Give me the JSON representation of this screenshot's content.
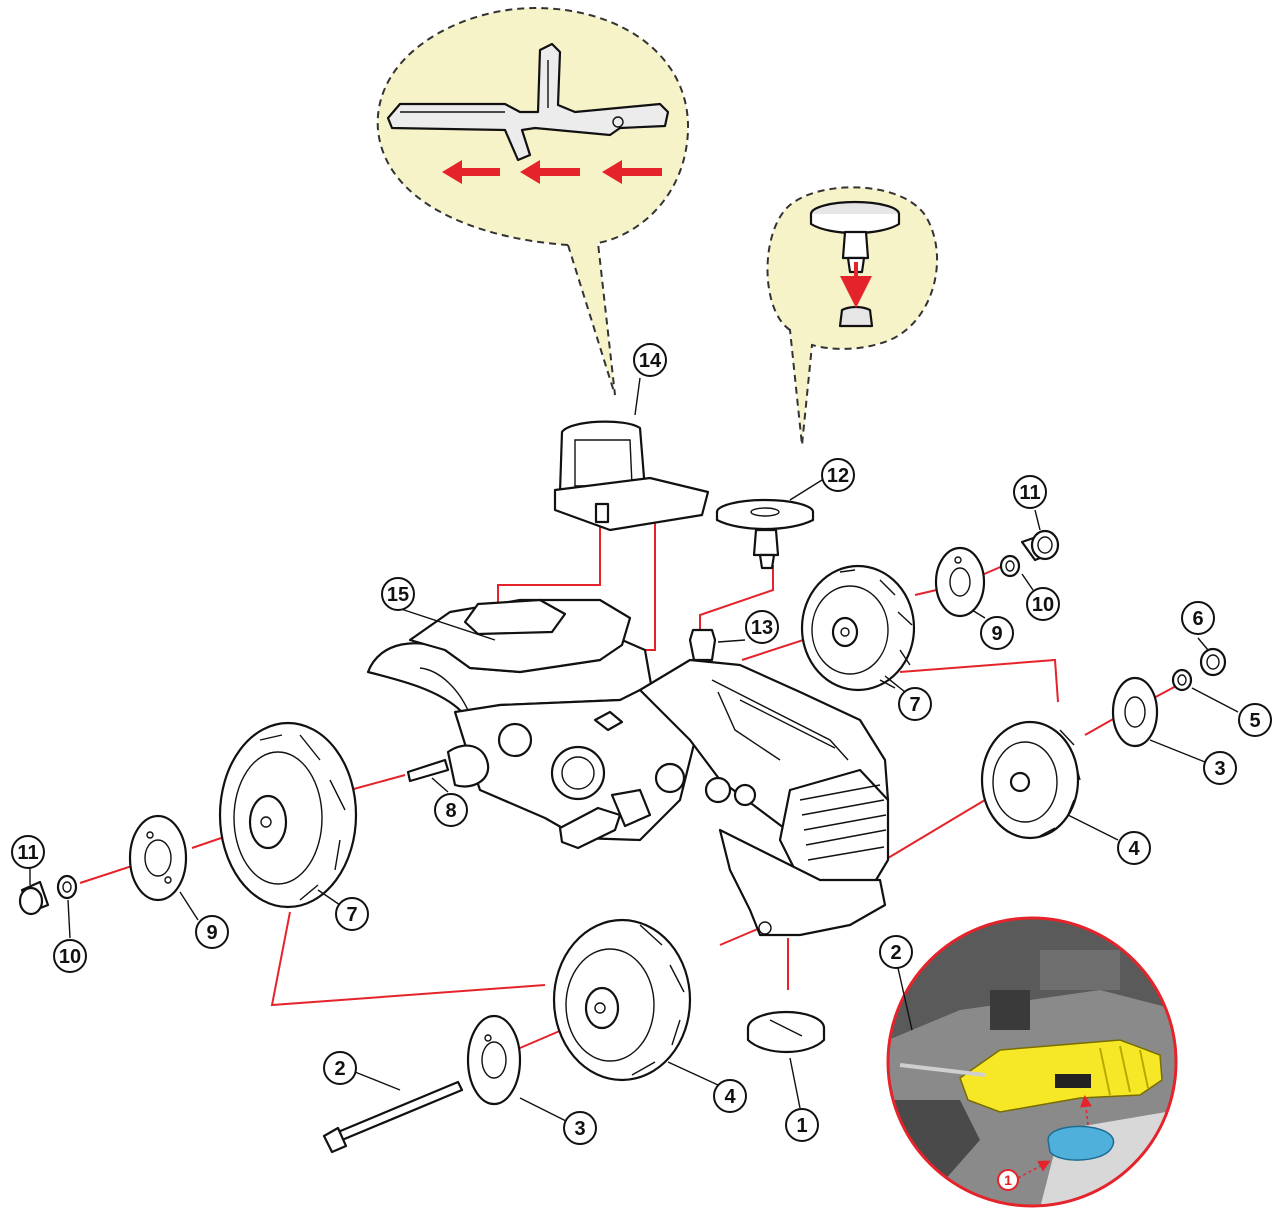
{
  "colors": {
    "bubble_fill": "#f7f3c9",
    "accent_red": "#e5232b",
    "highlight_yellow": "#f6e826",
    "cap_blue": "#4fb0dc",
    "line_black": "#111111"
  },
  "callouts": {
    "c1": "1",
    "c2_axle": "2",
    "c3_bottom": "3",
    "c3_right": "3",
    "c4_bottom": "4",
    "c4_right": "4",
    "c5": "5",
    "c6": "6",
    "c7_left": "7",
    "c7_right": "7",
    "c8": "8",
    "c9_left": "9",
    "c9_right": "9",
    "c10_left": "10",
    "c10_right": "10",
    "c11_left": "11",
    "c11_right": "11",
    "c12": "12",
    "c13": "13",
    "c14": "14",
    "c15": "15"
  },
  "inset": {
    "callout_2": "2",
    "callout_1": "1"
  }
}
